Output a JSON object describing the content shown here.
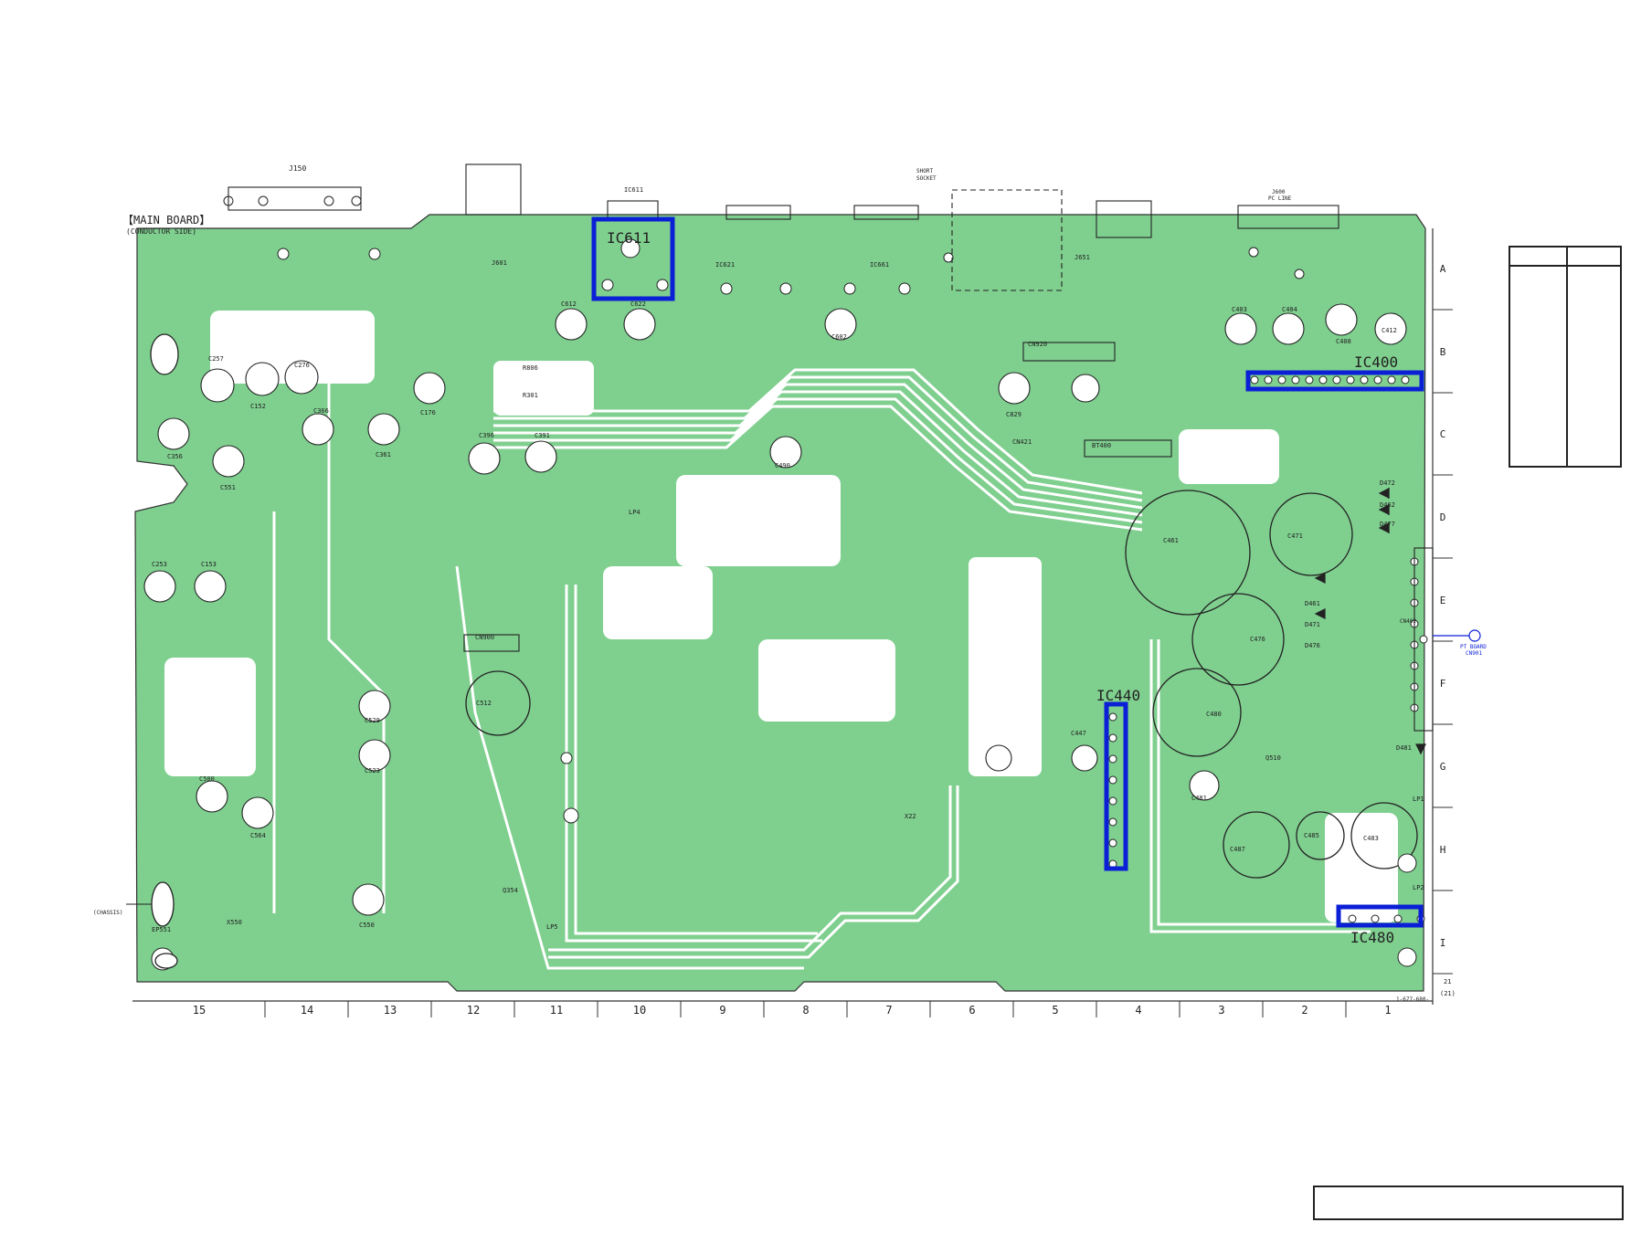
{
  "board": {
    "title": "【MAIN BOARD】",
    "subtitle": "(CONDUCTOR SIDE)",
    "part_number": "1-677-680-",
    "revision": [
      "21",
      "(21)"
    ],
    "colors": {
      "copper": "#7fcf8f",
      "trace": "#ffffff",
      "ink": "#222222",
      "highlight": "#0a1fd6"
    }
  },
  "grid": {
    "rows": [
      "A",
      "B",
      "C",
      "D",
      "E",
      "F",
      "G",
      "H",
      "I"
    ],
    "columns": [
      "15",
      "14",
      "13",
      "12",
      "11",
      "10",
      "9",
      "8",
      "7",
      "6",
      "5",
      "4",
      "3",
      "2",
      "1"
    ]
  },
  "highlighted_ics": [
    "IC611",
    "IC400",
    "IC440",
    "IC480"
  ],
  "connectors": {
    "J150": "J150",
    "J601": "J601",
    "J651": "J651",
    "J600": "J600",
    "pc_line": "PC LINE",
    "short_socket": [
      "SHORT",
      "SOCKET"
    ],
    "ic611": "IC611",
    "ic621": "IC621",
    "ic661": "IC661",
    "cn900": "CN900",
    "cn421": "CN421",
    "cn920": "CN920",
    "cn402": "CN402",
    "bt400": "BT400"
  },
  "external": {
    "pt_board": "PT BOARD",
    "pt_board_cn": "CN901",
    "chassis": "(CHASSIS)",
    "ep551": "EP551"
  },
  "components": [
    "C257",
    "C152",
    "C276",
    "C356",
    "C551",
    "C366",
    "C361",
    "C176",
    "C396",
    "C391",
    "C612",
    "C622",
    "C490",
    "C602",
    "C529",
    "C523",
    "C500",
    "C564",
    "C550",
    "C253",
    "C153",
    "C512",
    "C461",
    "C471",
    "C476",
    "C480",
    "C481",
    "C483",
    "C485",
    "C487",
    "C403",
    "C404",
    "C408",
    "C412",
    "C447",
    "C829",
    "R806",
    "R301",
    "D472",
    "D462",
    "D477",
    "D461",
    "D471",
    "D476",
    "D481",
    "LP4",
    "LP5",
    "LP1",
    "LP2",
    "X550",
    "X22",
    "Q354",
    "Q510"
  ]
}
